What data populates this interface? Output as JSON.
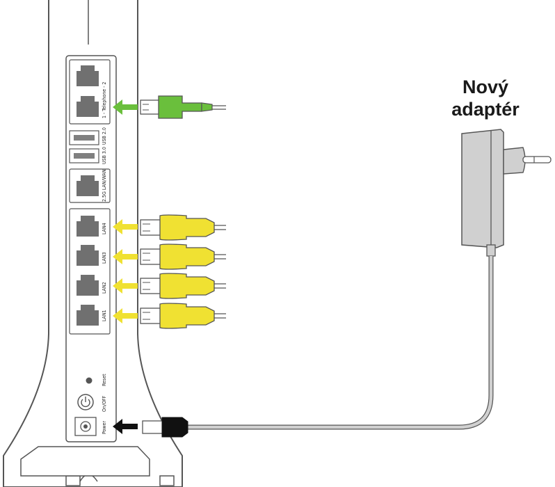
{
  "adapter": {
    "line1": "Nový",
    "line2": "adaptér"
  },
  "ports": {
    "telephone": "1 - Telephone - 2",
    "usb2": "USB 2.0",
    "usb3": "USB 3.0",
    "wan": "2.5G LAN/WAN",
    "lan4": "LAN4",
    "lan3": "LAN3",
    "lan2": "LAN2",
    "lan1": "LAN1",
    "reset": "Reset",
    "onoff": "On/OFF",
    "power": "Power"
  },
  "colors": {
    "phone_cable": "#6abf3c",
    "lan_cable": "#f0e132",
    "arrow_phone": "#6abf3c",
    "arrow_lan": "#f0e132",
    "arrow_power": "#111111",
    "adapter": "#d0d0d0",
    "outline": "#555555"
  }
}
